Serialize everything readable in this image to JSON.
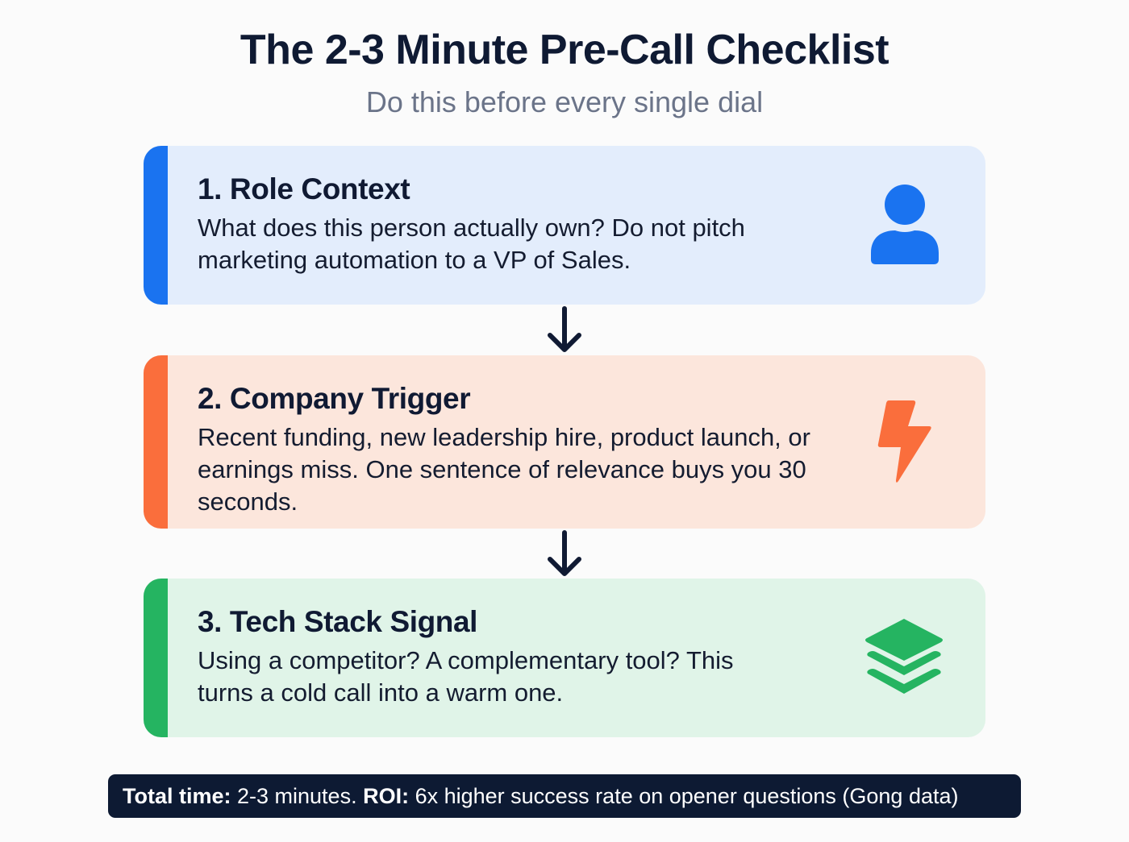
{
  "header": {
    "title": "The 2-3 Minute Pre-Call Checklist",
    "subtitle": "Do this before every single dial"
  },
  "steps": [
    {
      "heading": "1. Role Context",
      "body": "What does this person actually own? Do not pitch marketing automation to a VP of Sales.",
      "icon": "person-icon",
      "accent_color": "#1a73f0",
      "background_color": "#e3edfc"
    },
    {
      "heading": "2. Company Trigger",
      "body": "Recent funding, new leadership hire, product launch, or earnings miss. One sentence of relevance buys you 30 seconds.",
      "icon": "lightning-bolt-icon",
      "accent_color": "#fa6e3c",
      "background_color": "#fce6dc"
    },
    {
      "heading": "3. Tech Stack Signal",
      "body": "Using a competitor? A complementary tool? This turns a cold call into a warm one.",
      "icon": "layers-stack-icon",
      "accent_color": "#25b461",
      "background_color": "#e0f4e8"
    }
  ],
  "connectors": [
    "arrow-down-icon",
    "arrow-down-icon"
  ],
  "footer": {
    "total_label": "Total time:",
    "total_value": " 2-3 minutes. ",
    "roi_label": "ROI:",
    "roi_value": " 6x higher success rate on opener questions (Gong data)"
  }
}
